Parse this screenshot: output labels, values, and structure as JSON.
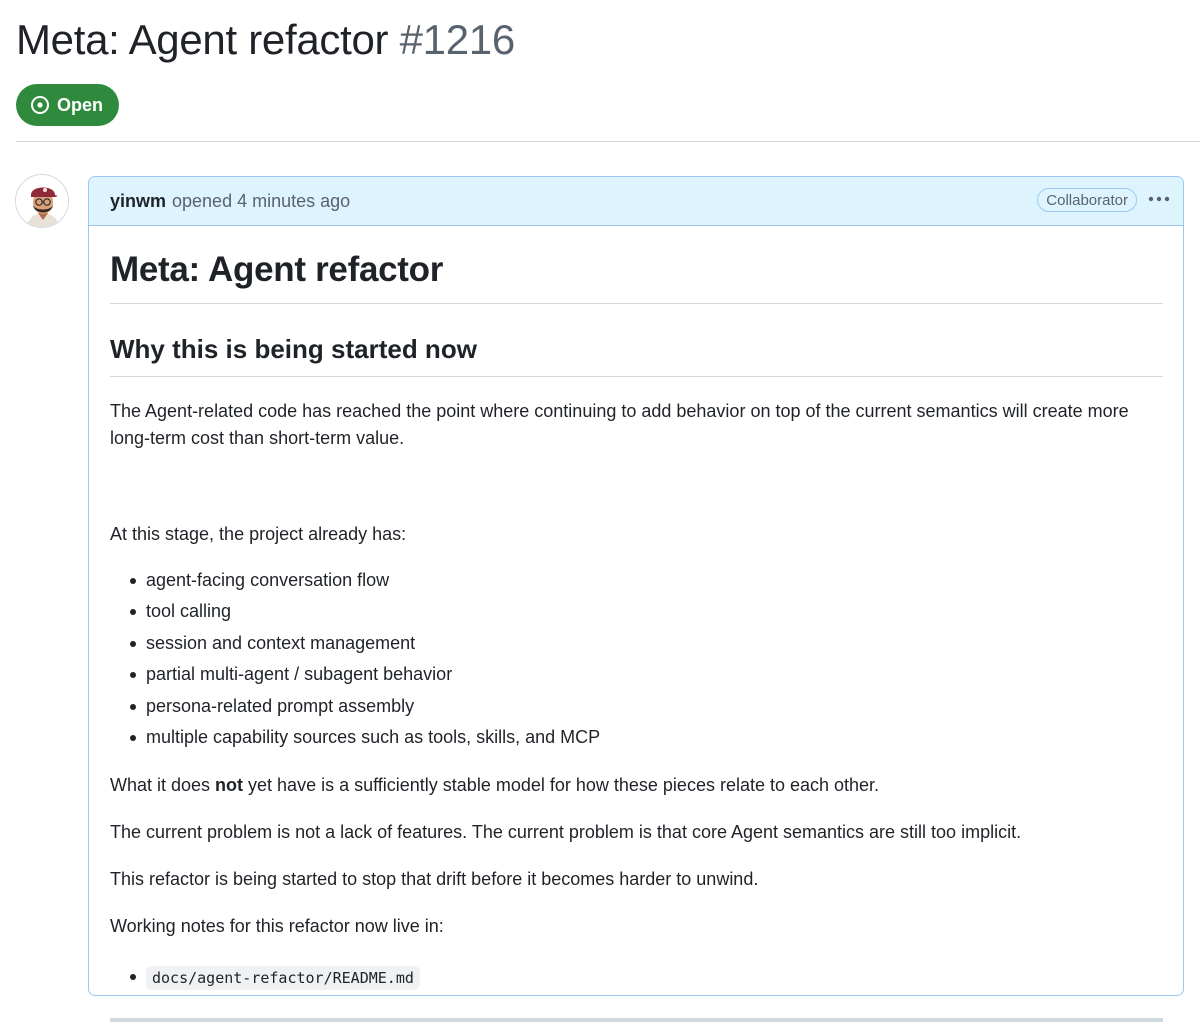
{
  "issue": {
    "title": "Meta: Agent refactor",
    "number": "#1216",
    "state_label": "Open",
    "state_color": "#2f8a3d"
  },
  "comment": {
    "author": "yinwm",
    "action": "opened 4 minutes ago",
    "role_badge": "Collaborator",
    "more_icon": "kebab-horizontal-icon",
    "avatar": "cartoon-man-with-red-cap-avatar"
  },
  "body": {
    "h1": "Meta: Agent refactor",
    "h2": "Why this is being started now",
    "intro": "The Agent-related code has reached the point where continuing to add behavior on top of the current semantics will create more long-term cost than short-term value.",
    "stage": "At this stage, the project already has:",
    "capabilities": [
      "agent-facing conversation flow",
      "tool calling",
      "session and context management",
      "partial multi-agent / subagent behavior",
      "persona-related prompt assembly",
      "multiple capability sources such as tools, skills, and MCP"
    ],
    "not_before": "What it does ",
    "not_word": "not",
    "not_after": " yet have is a sufficiently stable model for how these pieces relate to each other.",
    "problem": "The current problem is not a lack of features. The current problem is that core Agent semantics are still too implicit.",
    "refactor": "This refactor is being started to stop that drift before it becomes harder to unwind.",
    "notes": "Working notes for this refactor now live in:",
    "docs": [
      "docs/agent-refactor/README.md"
    ]
  },
  "colors": {
    "header_bg": "#ddf4ff",
    "header_border": "#9cc8f0",
    "text": "#1f2328",
    "muted": "#59636e"
  }
}
